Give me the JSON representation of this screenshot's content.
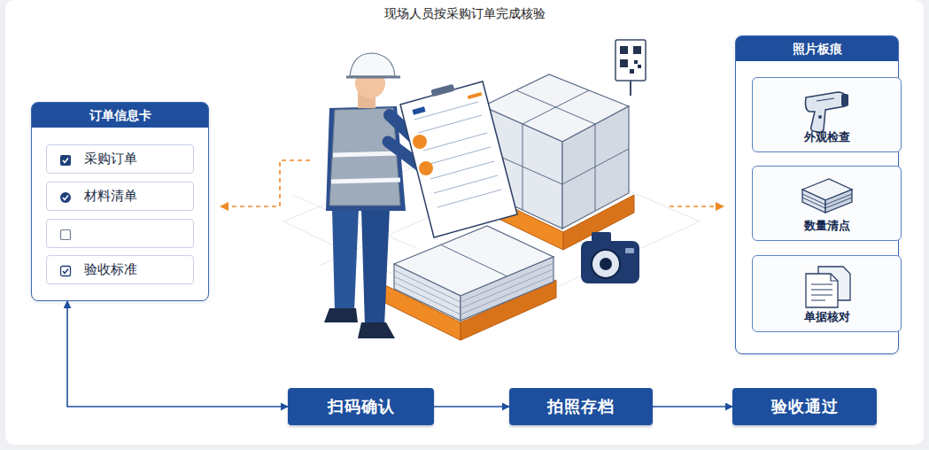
{
  "diagram": {
    "title": "现场人员按采购订单完成核验",
    "nodes": [
      {
        "text": [
          "订单信息卡"
        ]
      },
      {
        "text": [
          "采购订单"
        ],
        "in": 0
      },
      {
        "text": [
          "材料清单"
        ],
        "in": 0
      },
      {
        "text": [
          "验收标准"
        ],
        "in": 0
      },
      {
        "text": [
          "照片板痕"
        ]
      },
      {
        "text": [
          "外观检查"
        ],
        "in": 4
      },
      {
        "text": [
          "数量清点"
        ],
        "in": 4
      },
      {
        "text": [
          "单据核对"
        ],
        "in": 4
      },
      {
        "text": [
          "扫码确认"
        ]
      },
      {
        "text": [
          "拍照存档"
        ]
      },
      {
        "text": [
          "验收通过"
        ]
      }
    ],
    "edges": [
      {
        "from": 0,
        "to": 8,
        "arrow": "both"
      },
      {
        "from": 8,
        "to": 9,
        "arrow": "to"
      },
      {
        "from": 9,
        "to": 10,
        "arrow": "to"
      }
    ]
  }
}
